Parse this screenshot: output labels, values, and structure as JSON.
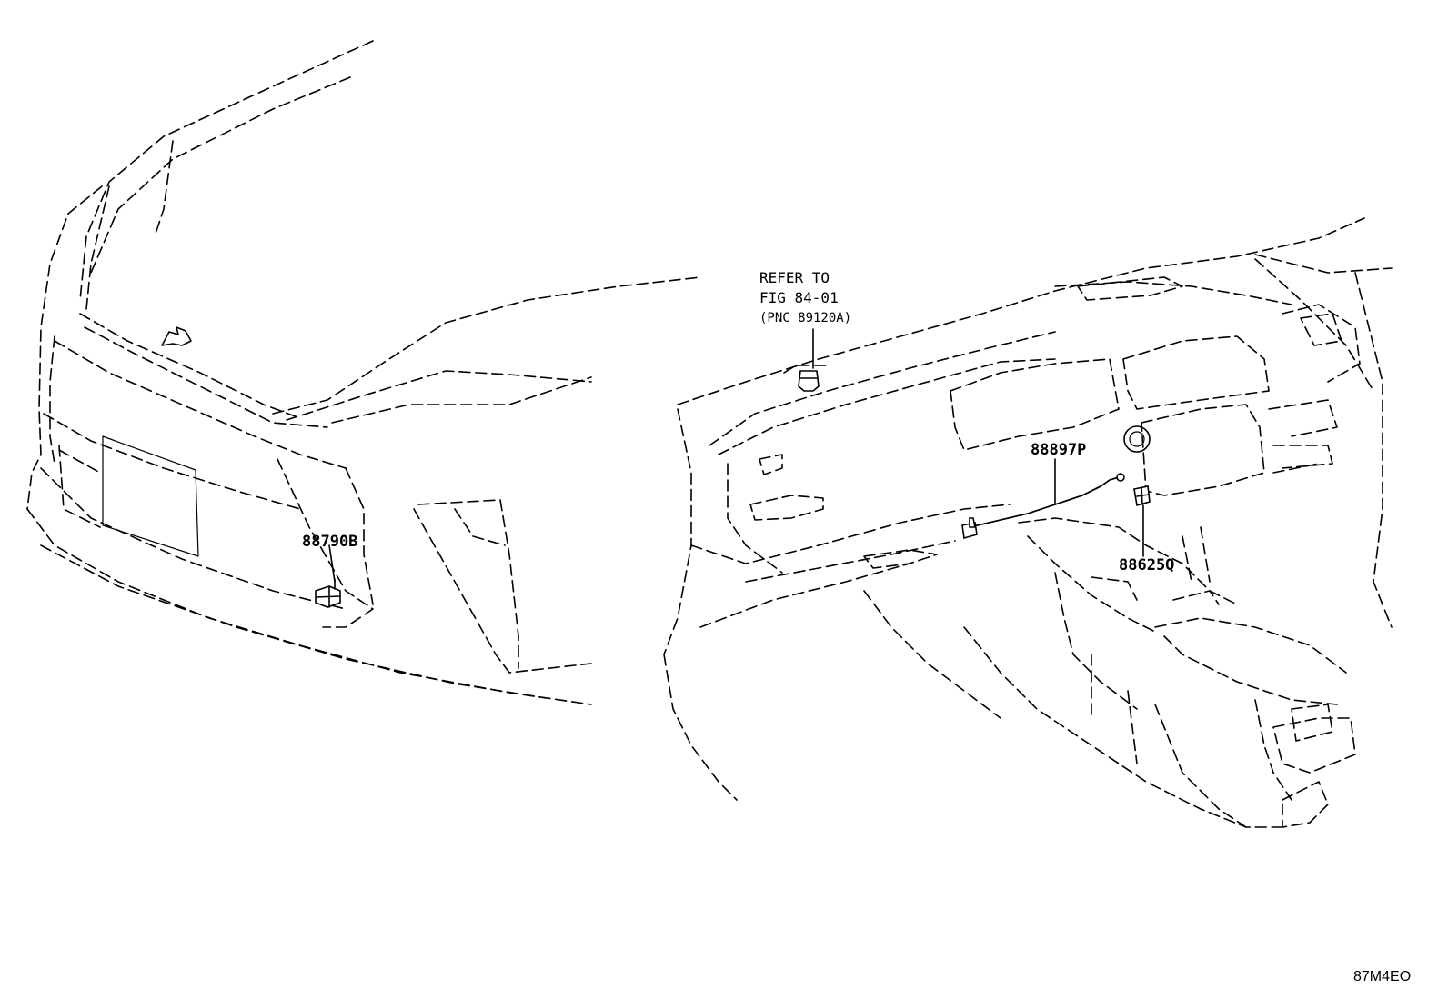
{
  "labels": {
    "part_front_sensor": "88790B",
    "part_wire": "88897P",
    "part_switch": "88625Q"
  },
  "note": {
    "line1": "REFER TO",
    "line2": "FIG 84-01",
    "line3": "(PNC 89120A)"
  },
  "figure_ref": "87M4EO"
}
